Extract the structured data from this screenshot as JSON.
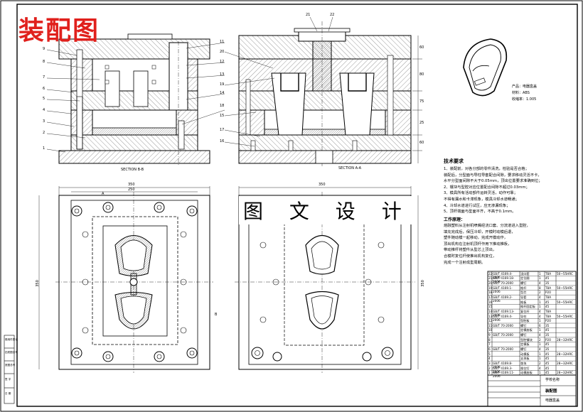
{
  "sheet": {
    "title_overlay": "装配图",
    "center_overlay": "图 文 设 计"
  },
  "sections": {
    "b_b": "SECTION B-B",
    "a_a": "SECTION A-A",
    "cut_a": "A",
    "cut_b": "B"
  },
  "left_callouts": [
    "1",
    "2",
    "3",
    "4",
    "5",
    "6",
    "7",
    "8",
    "9"
  ],
  "mid_callouts": [
    "11",
    "12",
    "13",
    "14",
    "15",
    "16",
    "17",
    "18",
    "19",
    "20"
  ],
  "top_callouts": [
    "21",
    "22"
  ],
  "dims_plan": {
    "top_outer": "350",
    "top_inner": "250",
    "side": "350",
    "right_top": "350",
    "right_side": "350"
  },
  "dims_section": [
    "60",
    "80",
    "75",
    "25",
    "60"
  ],
  "product": {
    "name": "产品：电器盒盖",
    "material": "材料：ABS",
    "shrink": "收缩率：1.005"
  },
  "tech_req": {
    "heading": "技术要求",
    "lines": [
      "1、装配前，对各分部的零件清洗，检验是否合格；",
      "   装配后，分型面与导柱导套配合间隙，要求移动灵活不卡，",
      "   水平分型面间隙不大于0.05mm，顶出位置要求准确到位；",
      "2、镶块与型腔对应位置配合间隙不超过0.03mm；",
      "3、模具所有活动部件运转灵活，动作可靠；",
      "   不得有漏水和卡滞现象，模具冷却水道畅通；",
      "4、冷却水道进行试压，应无渗漏现象；",
      "5、顶杆端面与型面平齐，不高于0.1mm。"
    ]
  },
  "work_process": {
    "heading": "工作原理：",
    "lines": [
      "熔融塑料从注射机喷嘴经浇口套、分流道进入型腔，",
      "填充完成后，保压冷却，开模时动模后退，",
      "塑件随动模一起移动，完成开模动作，",
      "顶出机构在注射机顶杆作用下推动推板，",
      "带动推杆将塑件从型芯上顶出，",
      "合模时复位杆使推出机构复位，",
      "完成一个注射成型周期。"
    ]
  },
  "bom_rows": [
    {
      "no": "22",
      "std": "GB/T 4169.4-2006",
      "name": "浇口套",
      "qty": "1",
      "mat": "T8A",
      "note": "50~55HRC"
    },
    {
      "no": "21",
      "std": "GB/T 4169.18-2006",
      "name": "定位圈",
      "qty": "1",
      "mat": "45",
      "note": ""
    },
    {
      "no": "20",
      "std": "GB/T 70-2000",
      "name": "螺钉",
      "qty": "4",
      "mat": "35",
      "note": ""
    },
    {
      "no": "19",
      "std": "GB/T 4169.1-2006",
      "name": "推杆",
      "qty": "8",
      "mat": "T8A",
      "note": "50~55HRC"
    },
    {
      "no": "18",
      "std": "",
      "name": "型芯",
      "qty": "2",
      "mat": "P20",
      "note": ""
    },
    {
      "no": "17",
      "std": "GB/T 4169.2-2006",
      "name": "导套",
      "qty": "4",
      "mat": "T8A",
      "note": ""
    },
    {
      "no": "16",
      "std": "",
      "name": "推板",
      "qty": "1",
      "mat": "45",
      "note": "50~55HRC"
    },
    {
      "no": "15",
      "std": "",
      "name": "推杆固定板",
      "qty": "1",
      "mat": "45",
      "note": ""
    },
    {
      "no": "14",
      "std": "GB/T 4169.13-2006",
      "name": "复位杆",
      "qty": "4",
      "mat": "T8A",
      "note": ""
    },
    {
      "no": "13",
      "std": "GB/T 4169.4-2006",
      "name": "导柱",
      "qty": "4",
      "mat": "T8A",
      "note": "50~55HRC"
    },
    {
      "no": "12",
      "std": "",
      "name": "型腔板",
      "qty": "1",
      "mat": "P20",
      "note": ""
    },
    {
      "no": "11",
      "std": "GB/T 70-2000",
      "name": "螺钉",
      "qty": "6",
      "mat": "35",
      "note": ""
    },
    {
      "no": "10",
      "std": "",
      "name": "定模座板",
      "qty": "1",
      "mat": "45",
      "note": ""
    },
    {
      "no": "9",
      "std": "GB/T 70-2000",
      "name": "螺钉",
      "qty": "4",
      "mat": "35",
      "note": ""
    },
    {
      "no": "8",
      "std": "",
      "name": "型腔镶块",
      "qty": "2",
      "mat": "P20",
      "note": "28~32HRC"
    },
    {
      "no": "7",
      "std": "",
      "name": "定模板",
      "qty": "1",
      "mat": "45",
      "note": ""
    },
    {
      "no": "6",
      "std": "GB/T 70-2000",
      "name": "螺钉",
      "qty": "4",
      "mat": "35",
      "note": ""
    },
    {
      "no": "5",
      "std": "",
      "name": "动模板",
      "qty": "1",
      "mat": "45",
      "note": "28~32HRC"
    },
    {
      "no": "4",
      "std": "",
      "name": "支承板",
      "qty": "1",
      "mat": "45",
      "note": ""
    },
    {
      "no": "3",
      "std": "GB/T 4169.8-2006",
      "name": "垫块",
      "qty": "2",
      "mat": "45",
      "note": "28~32HRC"
    },
    {
      "no": "2",
      "std": "GB/T 4169.3-2006",
      "name": "限位钉",
      "qty": "4",
      "mat": "45",
      "note": ""
    },
    {
      "no": "1",
      "std": "GB/T 4169.11-2006",
      "name": "动模座板",
      "qty": "1",
      "mat": "45",
      "note": "28~32HRC"
    }
  ],
  "title_block": {
    "school": "学校名称",
    "drawing": "装配图",
    "part": "电器盒盖"
  },
  "left_strip": [
    "借用件登记",
    "旧底图总号",
    "底图总号",
    "签 字",
    "日 期"
  ]
}
